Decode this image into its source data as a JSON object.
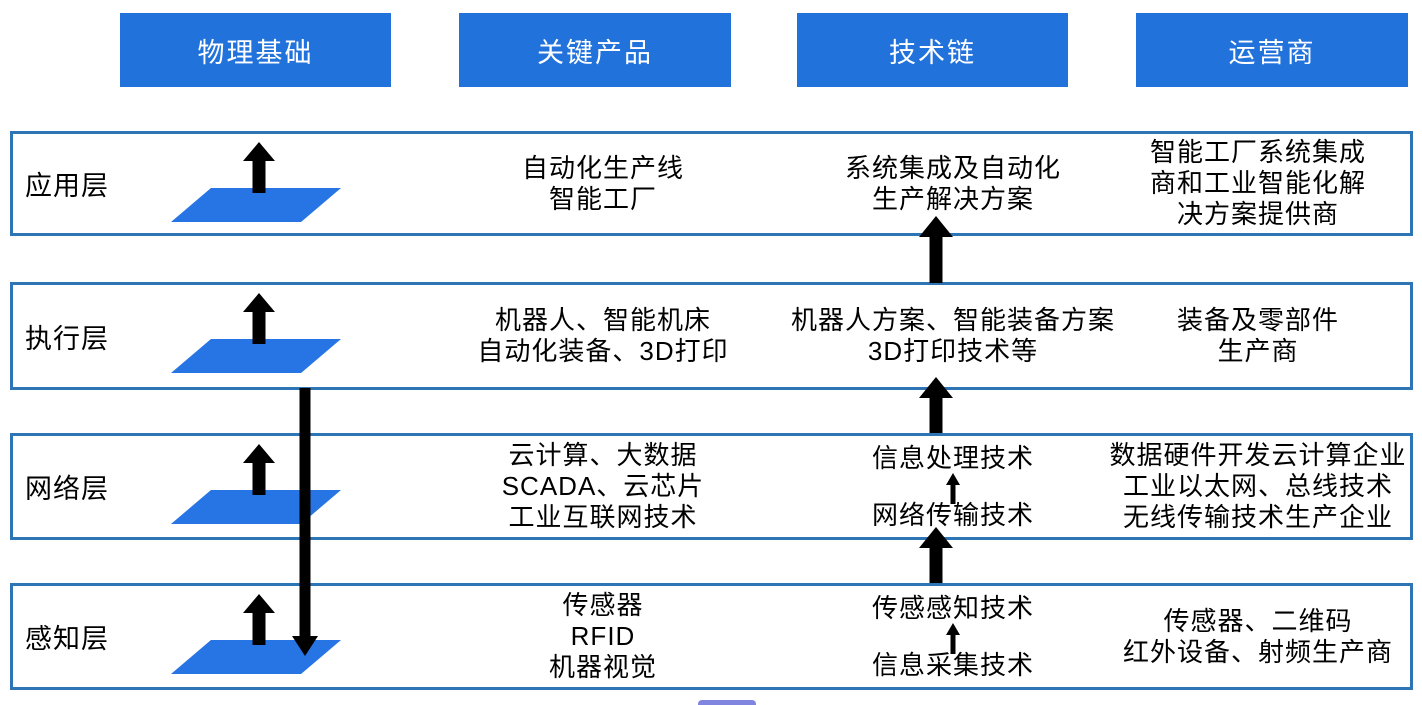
{
  "colors": {
    "header_blue": "#2272DC",
    "slab_blue": "#2774E4",
    "row_border_blue": "#2E75B6",
    "arrow_black": "#000000"
  },
  "headers": [
    "物理基础",
    "关键产品",
    "技术链",
    "运营商"
  ],
  "rows": [
    {
      "label": "应用层",
      "products": "自动化生产线\n智能工厂",
      "tech": "系统集成及自动化\n生产解决方案",
      "operators": "智能工厂系统集成\n商和工业智能化解\n决方案提供商"
    },
    {
      "label": "执行层",
      "products": "机器人、智能机床\n自动化装备、3D打印",
      "tech": "机器人方案、智能装备方案\n3D打印技术等",
      "operators": "装备及零部件\n生产商"
    },
    {
      "label": "网络层",
      "products": "云计算、大数据\nSCADA、云芯片\n工业互联网技术",
      "tech_top": "信息处理技术",
      "tech_bottom": "网络传输技术",
      "operators": "数据硬件开发云计算企业\n工业以太网、总线技术\n无线传输技术生产企业"
    },
    {
      "label": "感知层",
      "products": "传感器\nRFID\n机器视觉",
      "tech_top": "传感感知技术",
      "tech_bottom": "信息采集技术",
      "operators": "传感器、二维码\n红外设备、射频生产商"
    }
  ]
}
